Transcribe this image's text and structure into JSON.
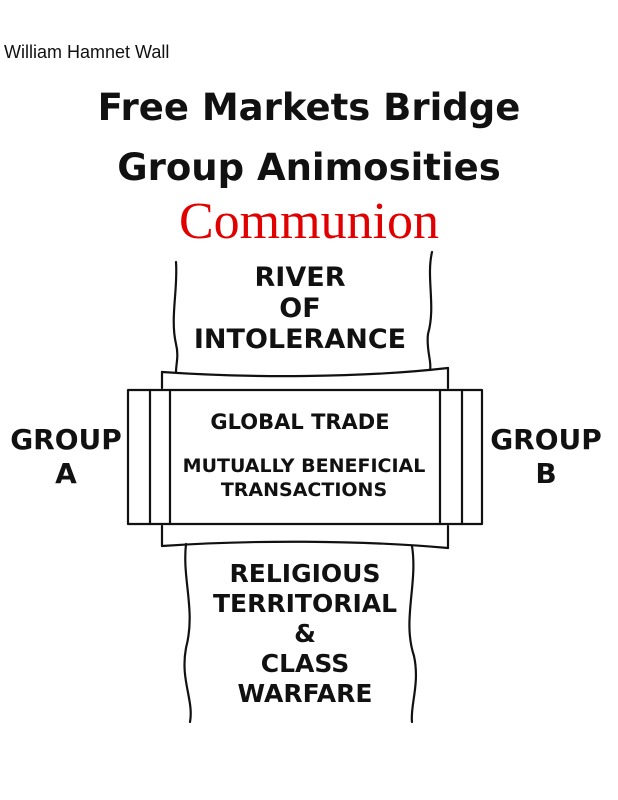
{
  "author": "William Hamnet Wall",
  "title": {
    "line1": "Free Markets Bridge",
    "line2": "Group Animosities"
  },
  "subtitle": "Communion",
  "river_top": {
    "lines": [
      "RIVER",
      "OF",
      "INTOLERANCE"
    ]
  },
  "river_bottom": {
    "lines": [
      "RELIGIOUS",
      "TERRITORIAL",
      "&",
      "CLASS",
      "WARFARE"
    ]
  },
  "group_a": {
    "lines": [
      "GROUP",
      "A"
    ]
  },
  "group_b": {
    "lines": [
      "GROUP",
      "B"
    ]
  },
  "bridge": {
    "line1": "GLOBAL TRADE",
    "line2": [
      "MUTUALLY BENEFICIAL",
      "TRANSACTIONS"
    ]
  },
  "colors": {
    "subtitle": "#e00000",
    "ink": "#111111"
  }
}
